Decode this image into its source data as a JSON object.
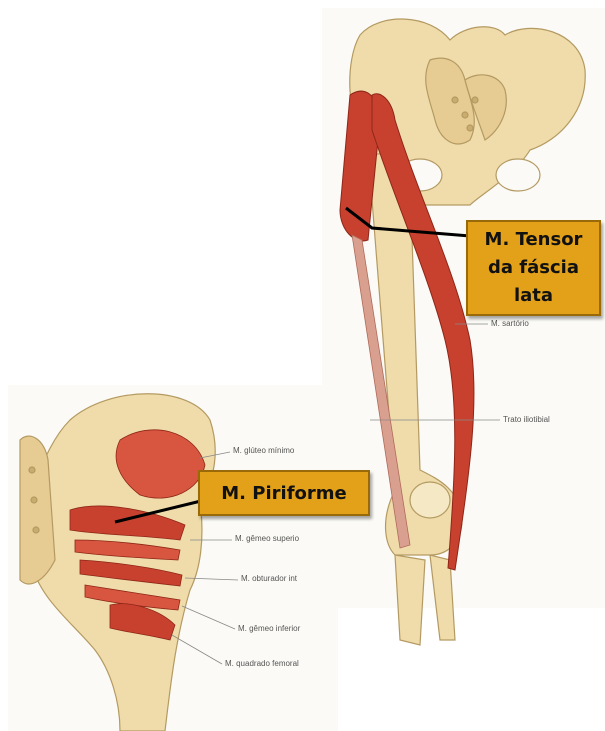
{
  "callouts": {
    "tensor_line1": "M. Tensor",
    "tensor_line2": "da fáscia",
    "tensor_line3": "lata",
    "piriforme": "M. Piriforme"
  },
  "labels": {
    "sartorio": "M. sartório",
    "trato": "Trato iliotibial",
    "gluteo": "M. glúteo mínimo",
    "gemeo_sup": "M. gêmeo superio",
    "obturador": "M. obturador int",
    "gemeo_inf": "M. gêmeo inferior",
    "quadrado": "M. quadrado femoral"
  },
  "colors": {
    "bone": "#efdcaa",
    "muscle": "#c8412f",
    "callout": "#e3a119"
  }
}
